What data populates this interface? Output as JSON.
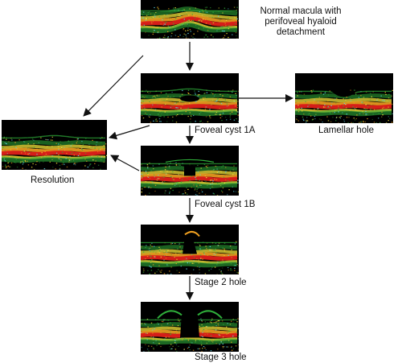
{
  "labels": {
    "normal_macula": [
      "Normal macula with",
      "perifoveal hyaloid",
      "detachment"
    ],
    "foveal_cyst_1a": "Foveal cyst 1A",
    "lamellar_hole": "Lamellar hole",
    "resolution": "Resolution",
    "foveal_cyst_1b": "Foveal cyst 1B",
    "stage_2_hole": "Stage 2 hole",
    "stage_3_hole": "Stage 3 hole"
  },
  "colors": {
    "scan_background": "#000000",
    "red_layer": "#e0201a",
    "orange_layer": "#f0a020",
    "yellow_layer": "#f2e23a",
    "green_layer": "#2fae3a",
    "cyan_speckle": "#5ad0e0",
    "arrow": "#111111"
  }
}
